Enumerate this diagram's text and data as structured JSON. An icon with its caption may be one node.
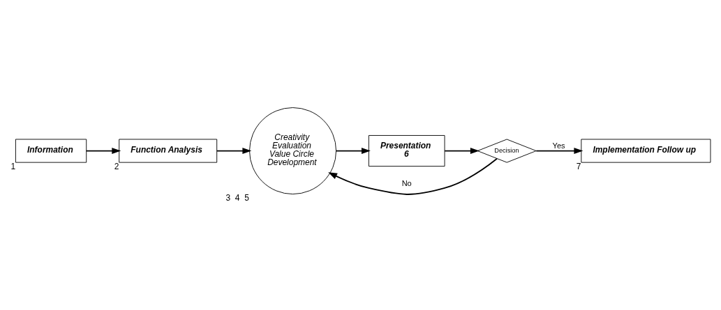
{
  "diagram": {
    "nodes": [
      {
        "text": [
          "Information"
        ],
        "beside": [
          "1"
        ]
      },
      {
        "text": [
          "Function Analysis"
        ],
        "beside": [
          "2"
        ]
      },
      {
        "text": [
          "Creativity",
          "Evaluation",
          "Value Circle",
          "Development"
        ],
        "beside": [
          "3",
          "4",
          "5"
        ]
      },
      {
        "text": [
          "Presentation",
          "6"
        ]
      },
      {
        "text": [
          "Decision"
        ]
      },
      {
        "text": [
          "Implementation Follow up"
        ],
        "beside": [
          "7"
        ]
      }
    ],
    "edges": [
      {
        "from": 0,
        "to": 1,
        "arrow": "to"
      },
      {
        "from": 1,
        "to": 2,
        "arrow": "to"
      },
      {
        "from": 2,
        "to": 3,
        "arrow": "to"
      },
      {
        "from": 3,
        "to": 4,
        "arrow": "to"
      },
      {
        "from": 4,
        "to": 2,
        "arrow": "to",
        "label": "No"
      },
      {
        "from": 4,
        "to": 5,
        "arrow": "to",
        "label": "Yes"
      }
    ]
  }
}
